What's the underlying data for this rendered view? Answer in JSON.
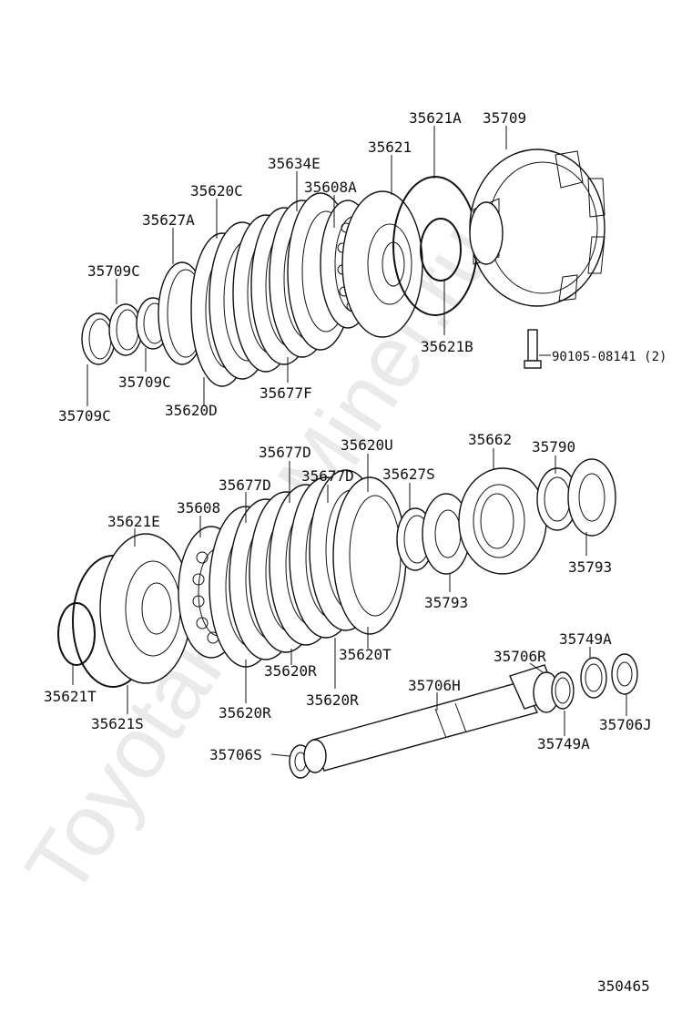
{
  "watermark": "ToyotaPartsMiner.ru",
  "diagram_number": "350465",
  "labels": {
    "p35621A": "35621A",
    "p35709": "35709",
    "p35621": "35621",
    "p35634E": "35634E",
    "p35608A": "35608A",
    "p35620C": "35620C",
    "p35627A": "35627A",
    "p35709C_a": "35709C",
    "p35709C_b": "35709C",
    "p35709C_c": "35709C",
    "p35620D": "35620D",
    "p35677F": "35677F",
    "p35621B": "35621B",
    "p90105": "90105-08141 (2)",
    "p35677D_a": "35677D",
    "p35620U": "35620U",
    "p35662": "35662",
    "p35790": "35790",
    "p35677D_b": "35677D",
    "p35677D_c": "35677D",
    "p35627S": "35627S",
    "p35621E": "35621E",
    "p35608": "35608",
    "p35793_a": "35793",
    "p35793_b": "35793",
    "p35621T": "35621T",
    "p35620R_a": "35620R",
    "p35620T": "35620T",
    "p35621S": "35621S",
    "p35620R_b": "35620R",
    "p35620R_c": "35620R",
    "p35749A_a": "35749A",
    "p35706R": "35706R",
    "p35706H": "35706H",
    "p35706J": "35706J",
    "p35749A_b": "35749A",
    "p35706S": "35706S"
  }
}
